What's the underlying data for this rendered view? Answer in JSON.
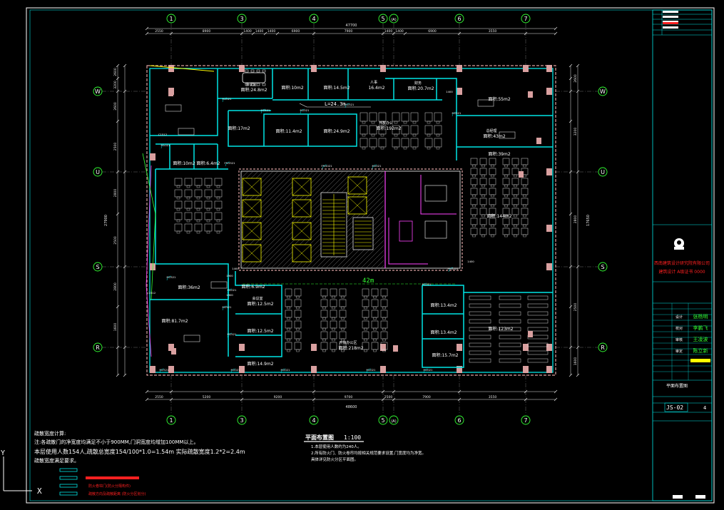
{
  "grid": {
    "vertical": [
      "1",
      "3",
      "4",
      "5",
      "(A)",
      "6",
      "7"
    ],
    "horizontal": [
      "W",
      "U",
      "S",
      "R"
    ]
  },
  "dims": {
    "top_total": "47700",
    "bottom_total": "48600",
    "left_total": "27900",
    "right_total": "17650",
    "top_segments": [
      "2550",
      "8900",
      "1400",
      "1400",
      "1400",
      "6900",
      "7900",
      "1400",
      "1400",
      "6900",
      "3550"
    ],
    "bottom_segments": [
      "2550",
      "5200",
      "9200",
      "9700",
      "2500",
      "7900",
      "3550"
    ],
    "left_segments": [
      "2600",
      "3200",
      "2600",
      "2500",
      "2800",
      "2500",
      "2800",
      "1600"
    ]
  },
  "rooms": [
    {
      "name": "会议室",
      "area": "面积:24.8m2"
    },
    {
      "name": "",
      "area": "面积:10m2"
    },
    {
      "name": "",
      "area": "面积:14.5m2"
    },
    {
      "name": "人事",
      "area": "16.4m2"
    },
    {
      "name": "财务",
      "area": "面积:20.7m2"
    },
    {
      "name": "",
      "area": "面积:55m2"
    },
    {
      "name": "总经理",
      "area": "面积:43m2"
    },
    {
      "name": "",
      "area": "面积:17m2"
    },
    {
      "name": "",
      "area": "面积:11.4m2"
    },
    {
      "name": "",
      "area": "面积:24.9m2"
    },
    {
      "name": "开放办公",
      "area": "面积:192m2"
    },
    {
      "name": "",
      "area": "面积:39m2"
    },
    {
      "name": "",
      "area": "面积:10m2"
    },
    {
      "name": "",
      "area": "面积:6.4m2"
    },
    {
      "name": "",
      "area": "面积:144m2"
    },
    {
      "name": "",
      "area": "面积:36m2"
    },
    {
      "name": "",
      "area": "面积:6.9m2"
    },
    {
      "name": "会议室",
      "area": "面积:12.5m2"
    },
    {
      "name": "",
      "area": "面积:12.5m2"
    },
    {
      "name": "",
      "area": "面积:81.7m2"
    },
    {
      "name": "",
      "area": "面积:14.9m2"
    },
    {
      "name": "开放办公区",
      "area": "面积:218m2"
    },
    {
      "name": "",
      "area": "面积:13.4m2"
    },
    {
      "name": "",
      "area": "面积:13.4m2"
    },
    {
      "name": "",
      "area": "面积:15.7m2"
    },
    {
      "name": "",
      "area": "面积:123m2"
    }
  ],
  "labels": {
    "corridor_top": "L=24.3m",
    "corridor_mid": "42m",
    "door_tags": [
      "M1021",
      "M1521",
      "M1021",
      "M1521",
      "M1021",
      "M1021",
      "FM1521",
      "M1521",
      "M1021",
      "M1521",
      "M1521",
      "M1021",
      "FM1221",
      "M1521",
      "M1021",
      "M1021",
      "M1021",
      "M1021",
      "M1521",
      "FM1021"
    ],
    "window_tags": [
      "C1512",
      "1400",
      "1900",
      "1900",
      "1400",
      "1400",
      "C1512"
    ]
  },
  "notes": {
    "heading": "疏散宽度计算:",
    "line1": "注:各疏散门的净宽度均满足不小于900MM,门洞宽度均增加100MM以上。",
    "line2": "本层使用人数154人,疏散总宽度154/100*1.0=1.54m  实际疏散宽度1.2*2=2.4m",
    "line3": "疏散宽度满足要求。",
    "legend": [
      {
        "text": "",
        "color": "#00e5e5"
      },
      {
        "text": "",
        "color": "#ff2020"
      },
      {
        "text": "防火卷帘门(防火分隔构件)",
        "color": "#ff2020"
      },
      {
        "text": "疏散方向及疏散距离  (防火分区划分)",
        "color": "#ff2020"
      }
    ]
  },
  "plan_title": {
    "title": "平面布置图",
    "scale": "1:100",
    "note1": "1.本层使用人数约为240人。",
    "note2": "2.所有防火门、防火卷帘均按相关规范要求设置,门宽度均为净宽。",
    "note3": "   具体详见防火分区平面图。"
  },
  "title_block": {
    "company": "西南建筑设计研究院有限公司",
    "company2": "建筑设计 A级证书 0000",
    "roles": [
      "设计",
      "校对",
      "审核",
      "审定"
    ],
    "signatures": [
      "张杨明",
      "李鹏飞",
      "王凌波",
      "陈立新"
    ],
    "drawing_name": "平面布置图",
    "drawing_no": "JS-02",
    "sheet": "4"
  },
  "ucs": {
    "y": "Y",
    "x": "X"
  },
  "colors": {
    "wall": "#00e5e5",
    "grid": "#ffffff",
    "dim": "#e8e8e8",
    "circle": "#33ff33",
    "core": "#ff44ff",
    "title_text": "#ff2020",
    "green_text": "#33ff33",
    "yellow": "#ffff00",
    "column": "#d9a0a0"
  }
}
